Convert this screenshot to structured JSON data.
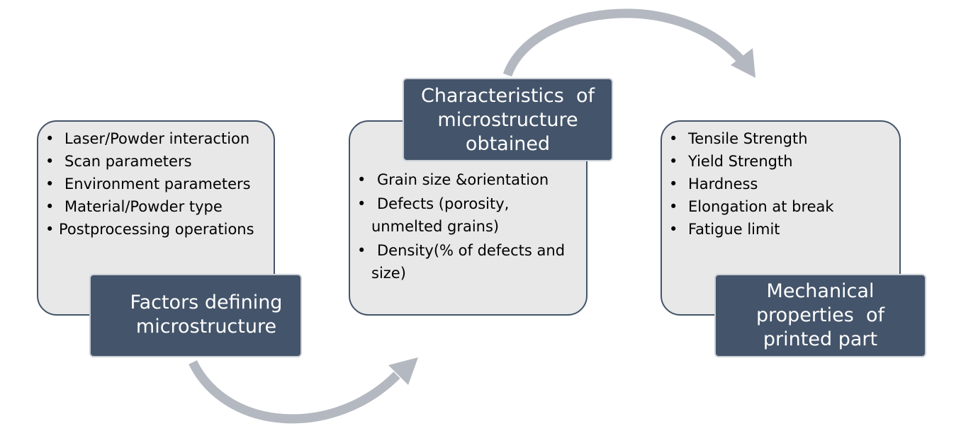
{
  "diagram": {
    "colors": {
      "box_fill": "#e8e8e8",
      "box_border": "#44546a",
      "label_fill": "#44546a",
      "label_text": "#ffffff",
      "arrow": "#b4b8c0"
    },
    "boxes": [
      {
        "label_lines": [
          "Factors defining",
          "microstructure"
        ],
        "items": [
          "Laser/Powder interaction",
          "Scan parameters",
          "Environment parameters",
          "Material/Powder type",
          "Postprocessing operations"
        ]
      },
      {
        "label_lines": [
          "Characteristics  of",
          "microstructure",
          "obtained"
        ],
        "items": [
          "Grain size &orientation",
          "Defects (porosity,",
          "unmelted grains)",
          "Density(% of defects and",
          "size)"
        ]
      },
      {
        "label_lines": [
          "Mechanical",
          "properties  of",
          "printed part"
        ],
        "items": [
          "Tensile Strength",
          "Yield Strength",
          "Hardness",
          "Elongation at break",
          "Fatigue limit"
        ]
      }
    ],
    "bullet": "•"
  }
}
